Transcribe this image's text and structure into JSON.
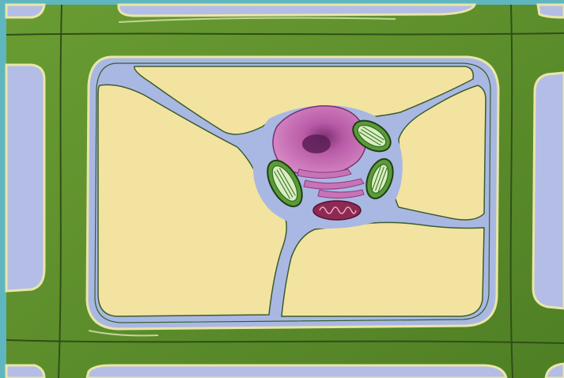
{
  "colors": {
    "frame": "#5fb6bf",
    "cell_wall": "#5e8f2c",
    "cell_wall_dark": "#2f4f18",
    "membrane_line": "#e9e6a8",
    "vacuole": "#f3e3a0",
    "cytoplasm": "#a9b8e2",
    "neighbor_cytoplasm": "#b3bde6",
    "nucleus": "#c86cb0",
    "nucleolus": "#5a1f55",
    "chloroplast": "#5b9a3a",
    "chloroplast_inner": "#d9eec0",
    "mitochondrion": "#8e2a52",
    "er": "#c873b6"
  },
  "structures": [
    "cell-wall",
    "plasma-membrane",
    "central-vacuole",
    "cytoplasmic-strands",
    "nucleus",
    "nucleolus",
    "chloroplast",
    "mitochondrion",
    "endoplasmic-reticulum",
    "neighboring-cells"
  ]
}
